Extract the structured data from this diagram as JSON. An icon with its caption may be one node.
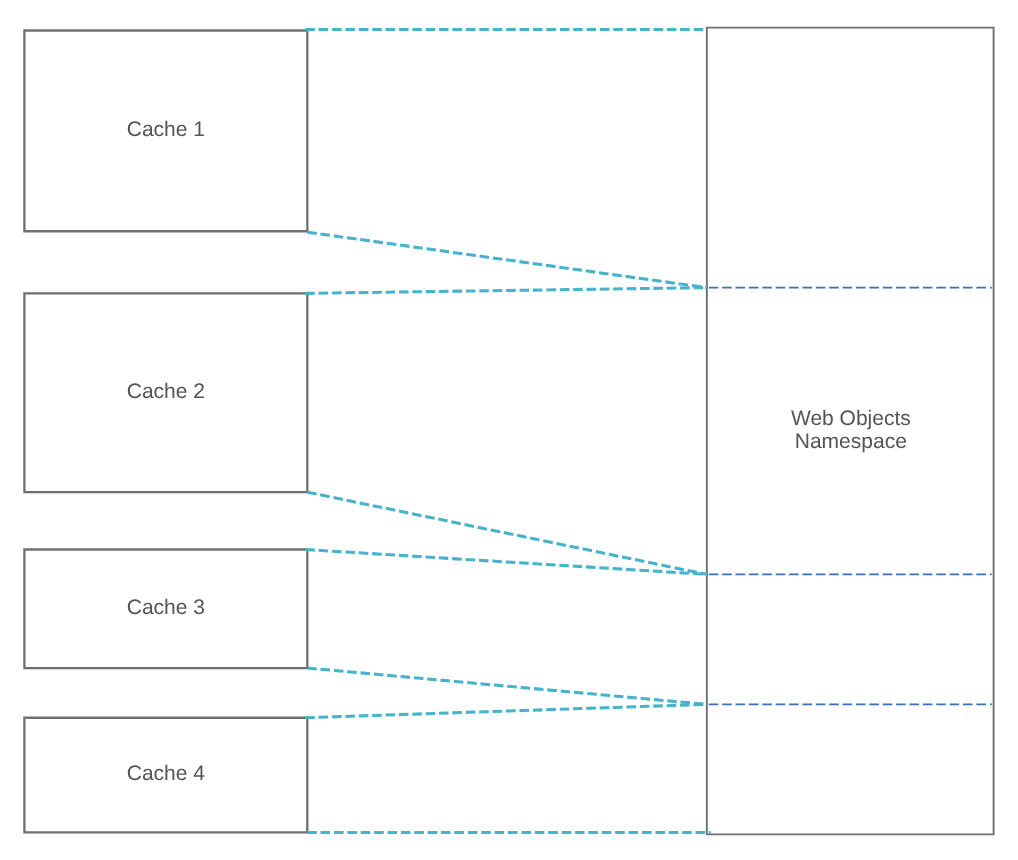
{
  "diagram": {
    "nodes": [
      {
        "text": [
          "Cache 1"
        ]
      },
      {
        "text": [
          "Cache 2"
        ]
      },
      {
        "text": [
          "Cache 3"
        ]
      },
      {
        "text": [
          "Cache 4"
        ]
      },
      {
        "text": [
          "Web Objects Namespace"
        ]
      }
    ],
    "edges": [
      {
        "from": 0,
        "to": 4,
        "arrow": "none",
        "style": "dashed"
      },
      {
        "from": 0,
        "to": 4,
        "arrow": "none",
        "style": "dashed"
      },
      {
        "from": 1,
        "to": 4,
        "arrow": "none",
        "style": "dashed"
      },
      {
        "from": 1,
        "to": 4,
        "arrow": "none",
        "style": "dashed"
      },
      {
        "from": 2,
        "to": 4,
        "arrow": "none",
        "style": "dashed"
      },
      {
        "from": 2,
        "to": 4,
        "arrow": "none",
        "style": "dashed"
      },
      {
        "from": 3,
        "to": 4,
        "arrow": "none",
        "style": "dashed"
      },
      {
        "from": 3,
        "to": 4,
        "arrow": "none",
        "style": "dashed"
      }
    ]
  }
}
